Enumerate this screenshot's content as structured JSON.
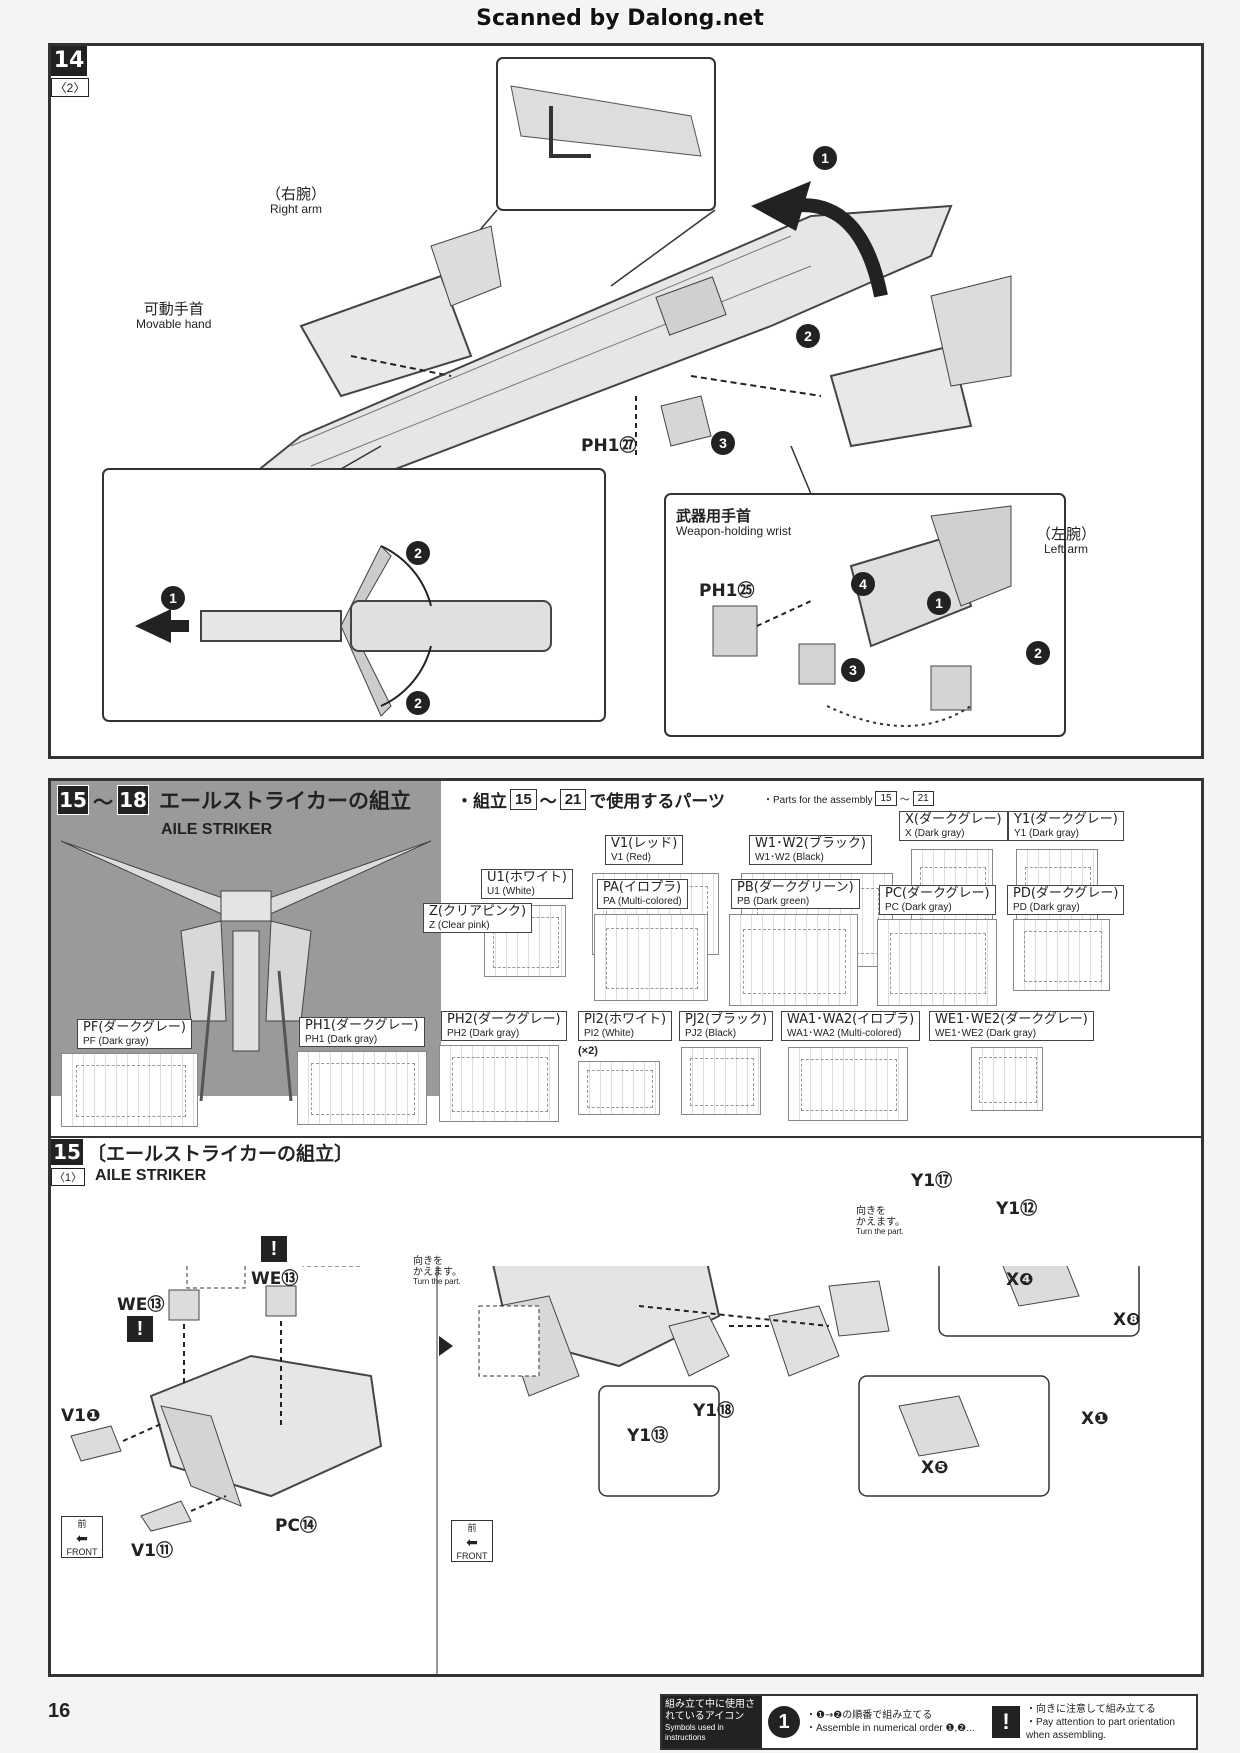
{
  "header": {
    "watermark": "Scanned by Dalong.net"
  },
  "step14": {
    "number": "14",
    "sub": "〈2〉",
    "right_arm_jp": "（右腕）",
    "right_arm_en": "Right arm",
    "movable_hand_jp": "可動手首",
    "movable_hand_en": "Movable hand",
    "part_ph1_27": "PH1㉗",
    "weapon_wrist_jp": "武器用手首",
    "weapon_wrist_en": "Weapon-holding wrist",
    "left_arm_jp": "（左腕）",
    "left_arm_en": "Left arm",
    "part_ph1_25": "PH1㉕",
    "seq": [
      "1",
      "2",
      "3",
      "4"
    ]
  },
  "section15_18": {
    "range_a": "15",
    "tilde": "〜",
    "range_b": "18",
    "title_jp": "エールストライカーの組立",
    "title_en": "AILE STRIKER",
    "parts_heading_jp": "・組立",
    "parts_heading_mid": "〜",
    "parts_heading_tail": "で使用するパーツ",
    "parts_from": "15",
    "parts_to": "21",
    "parts_heading_en": "・Parts for the assembly",
    "runners": [
      {
        "jp": "U1(ホワイト)",
        "en": "U1 (White)"
      },
      {
        "jp": "V1(レッド)",
        "en": "V1 (Red)"
      },
      {
        "jp": "W1･W2(ブラック)",
        "en": "W1･W2 (Black)"
      },
      {
        "jp": "X(ダークグレー)",
        "en": "X (Dark gray)"
      },
      {
        "jp": "Y1(ダークグレー)",
        "en": "Y1 (Dark gray)"
      },
      {
        "jp": "Z(クリアピンク)",
        "en": "Z (Clear pink)"
      },
      {
        "jp": "PA(イロプラ)",
        "en": "PA (Multi-colored)"
      },
      {
        "jp": "PB(ダークグリーン)",
        "en": "PB (Dark green)"
      },
      {
        "jp": "PC(ダークグレー)",
        "en": "PC (Dark gray)"
      },
      {
        "jp": "PD(ダークグレー)",
        "en": "PD (Dark gray)"
      },
      {
        "jp": "PF(ダークグレー)",
        "en": "PF (Dark gray)"
      },
      {
        "jp": "PH1(ダークグレー)",
        "en": "PH1 (Dark gray)"
      },
      {
        "jp": "PH2(ダークグレー)",
        "en": "PH2 (Dark gray)"
      },
      {
        "jp": "PI2(ホワイト)",
        "en": "PI2 (White)"
      },
      {
        "jp": "PJ2(ブラック)",
        "en": "PJ2 (Black)"
      },
      {
        "jp": "WA1･WA2(イロプラ)",
        "en": "WA1･WA2 (Multi-colored)"
      },
      {
        "jp": "WE1･WE2(ダークグレー)",
        "en": "WE1･WE2 (Dark gray)"
      }
    ],
    "pi2_count": "(×2)"
  },
  "step15": {
    "number": "15",
    "sub": "〈1〉",
    "title_jp": "〔エールストライカーの組立〕",
    "title_en": "AILE STRIKER",
    "we13": "WE⑬",
    "v1_1": "V1❶",
    "v1_11": "V1⑪",
    "pc14": "PC⑭",
    "turn_jp": "向きを\nかえます。",
    "turn_en": "Turn the part.",
    "front_jp": "前",
    "front_en": "FRONT",
    "y1_17": "Y1⑰",
    "y1_12": "Y1⑫",
    "y1_18": "Y1⑱",
    "y1_13": "Y1⑬",
    "x4": "X❹",
    "x8": "X❽",
    "x1": "X❶",
    "x5": "X❺"
  },
  "footer": {
    "page_number": "16",
    "icons_jp": "組み立て中に使用されているアイコン",
    "icons_en": "Symbols used in instructions",
    "order_num": "1",
    "order_jp": "・❶→❷の順番で組み立てる",
    "order_en": "・Assemble in numerical order ❶,❷...",
    "attention_jp": "・向きに注意して組み立てる",
    "attention_en": "・Pay attention to part orientation when assembling."
  },
  "colors": {
    "frame": "#333333",
    "section_bg": "#ffffff",
    "black": "#222222"
  }
}
